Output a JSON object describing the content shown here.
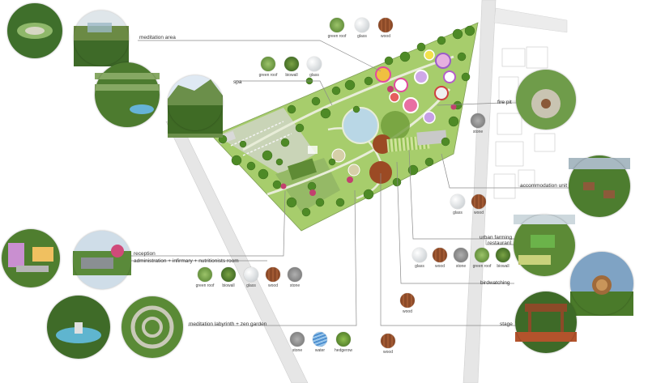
{
  "labels": {
    "meditation_area": "meditation area",
    "spa": "spa",
    "fire_pit": "fire pit",
    "accommodation_unit": "accommodation unit",
    "urban_farming": "urban farming",
    "restaurant": "restaurant",
    "birdwatching": "birdwatching",
    "reception": "reception",
    "administration": "administration + infirmary + nutritionists room",
    "labyrinth": "meditation labyrinth + zen garden",
    "stage": "stage"
  },
  "materials": {
    "green_roof": "green roof",
    "glass": "glass",
    "wood": "wood",
    "biowall": "biowall",
    "stone": "stone",
    "water": "water",
    "hedgerow": "hedgerow"
  },
  "colors": {
    "green_roof": "#7aa245",
    "glass": "#dfe3e6",
    "wood": "#8c4a28",
    "biowall": "#4f7d2b",
    "stone": "#8f8f8f",
    "water": "#6aa6d6",
    "hedgerow": "#5e8a2e",
    "lawn": "#a9cf6f",
    "road": "#e4e4e4",
    "line": "#8a8a8a"
  }
}
